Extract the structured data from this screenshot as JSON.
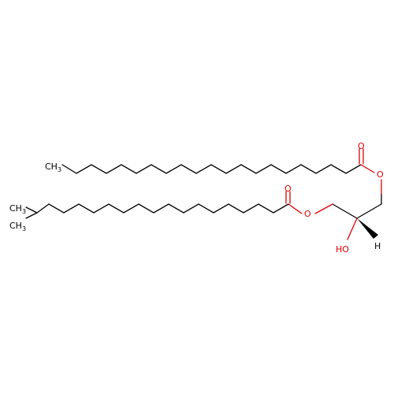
{
  "molecule": {
    "atoms": {
      "methyl_top": "CH",
      "methyl_top_sub": "3",
      "methyl_a": "CH",
      "methyl_a_sub": "3",
      "methyl_b": "CH",
      "methyl_b_sub": "3",
      "o_carbonyl_top": "O",
      "o_ester_top": "O",
      "o_carbonyl_bottom": "O",
      "o_ester_bottom": "O",
      "hydroxyl": "HO",
      "hydrogen": "H"
    },
    "colors": {
      "carbon": "#000000",
      "oxygen": "#e00000"
    }
  }
}
